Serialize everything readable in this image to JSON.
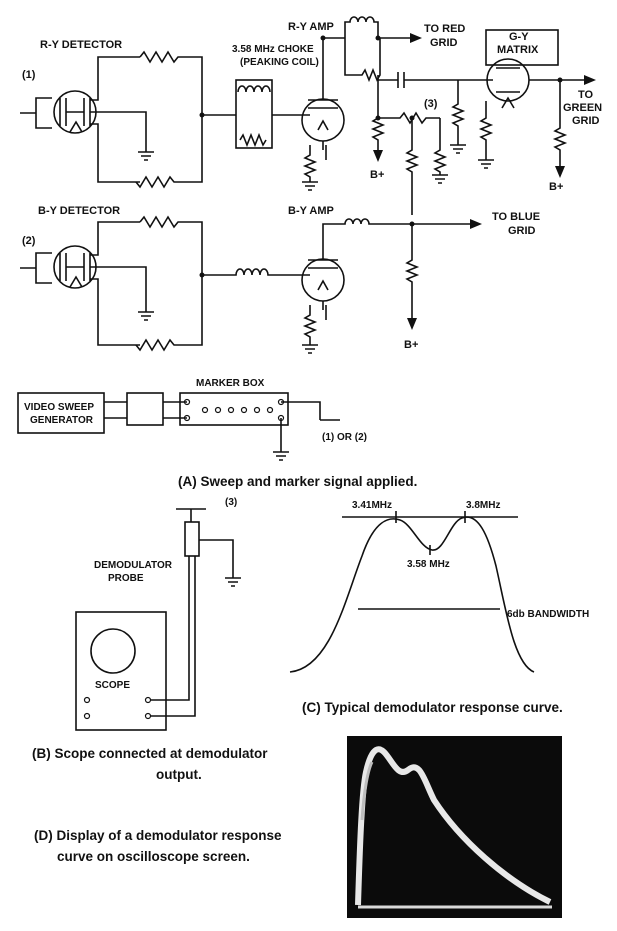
{
  "circuit": {
    "ry_detector": "R-Y DETECTOR",
    "by_detector": "B-Y DETECTOR",
    "input_1": "(1)",
    "input_2": "(2)",
    "choke_line1": "3.58 MHz CHOKE",
    "choke_line2": "(PEAKING COIL)",
    "ry_amp": "R-Y AMP",
    "by_amp": "B-Y AMP",
    "to_red_1": "TO RED",
    "to_red_2": "GRID",
    "gy_matrix_1": "G-Y",
    "gy_matrix_2": "MATRIX",
    "to_green_1": "TO",
    "to_green_2": "GREEN",
    "to_green_3": "GRID",
    "to_blue_1": "TO BLUE",
    "to_blue_2": "GRID",
    "point_3": "(3)",
    "b_plus": "B+"
  },
  "setup_a": {
    "generator_1": "VIDEO SWEEP",
    "generator_2": "GENERATOR",
    "marker_box": "MARKER BOX",
    "output_point": "(1) OR (2)",
    "caption": "(A) Sweep and marker signal applied."
  },
  "setup_b": {
    "probe_point": "(3)",
    "probe_1": "DEMODULATOR",
    "probe_2": "PROBE",
    "scope": "SCOPE",
    "caption_1": "(B) Scope connected at demodulator",
    "caption_2": "output."
  },
  "curve_c": {
    "marker_left": "3.41MHz",
    "marker_right": "3.8MHz",
    "marker_center": "3.58 MHz",
    "bandwidth": "6db BANDWIDTH",
    "caption": "(C) Typical demodulator response curve."
  },
  "display_d": {
    "caption_1": "(D) Display of a demodulator response",
    "caption_2": "curve on oscilloscope screen."
  }
}
